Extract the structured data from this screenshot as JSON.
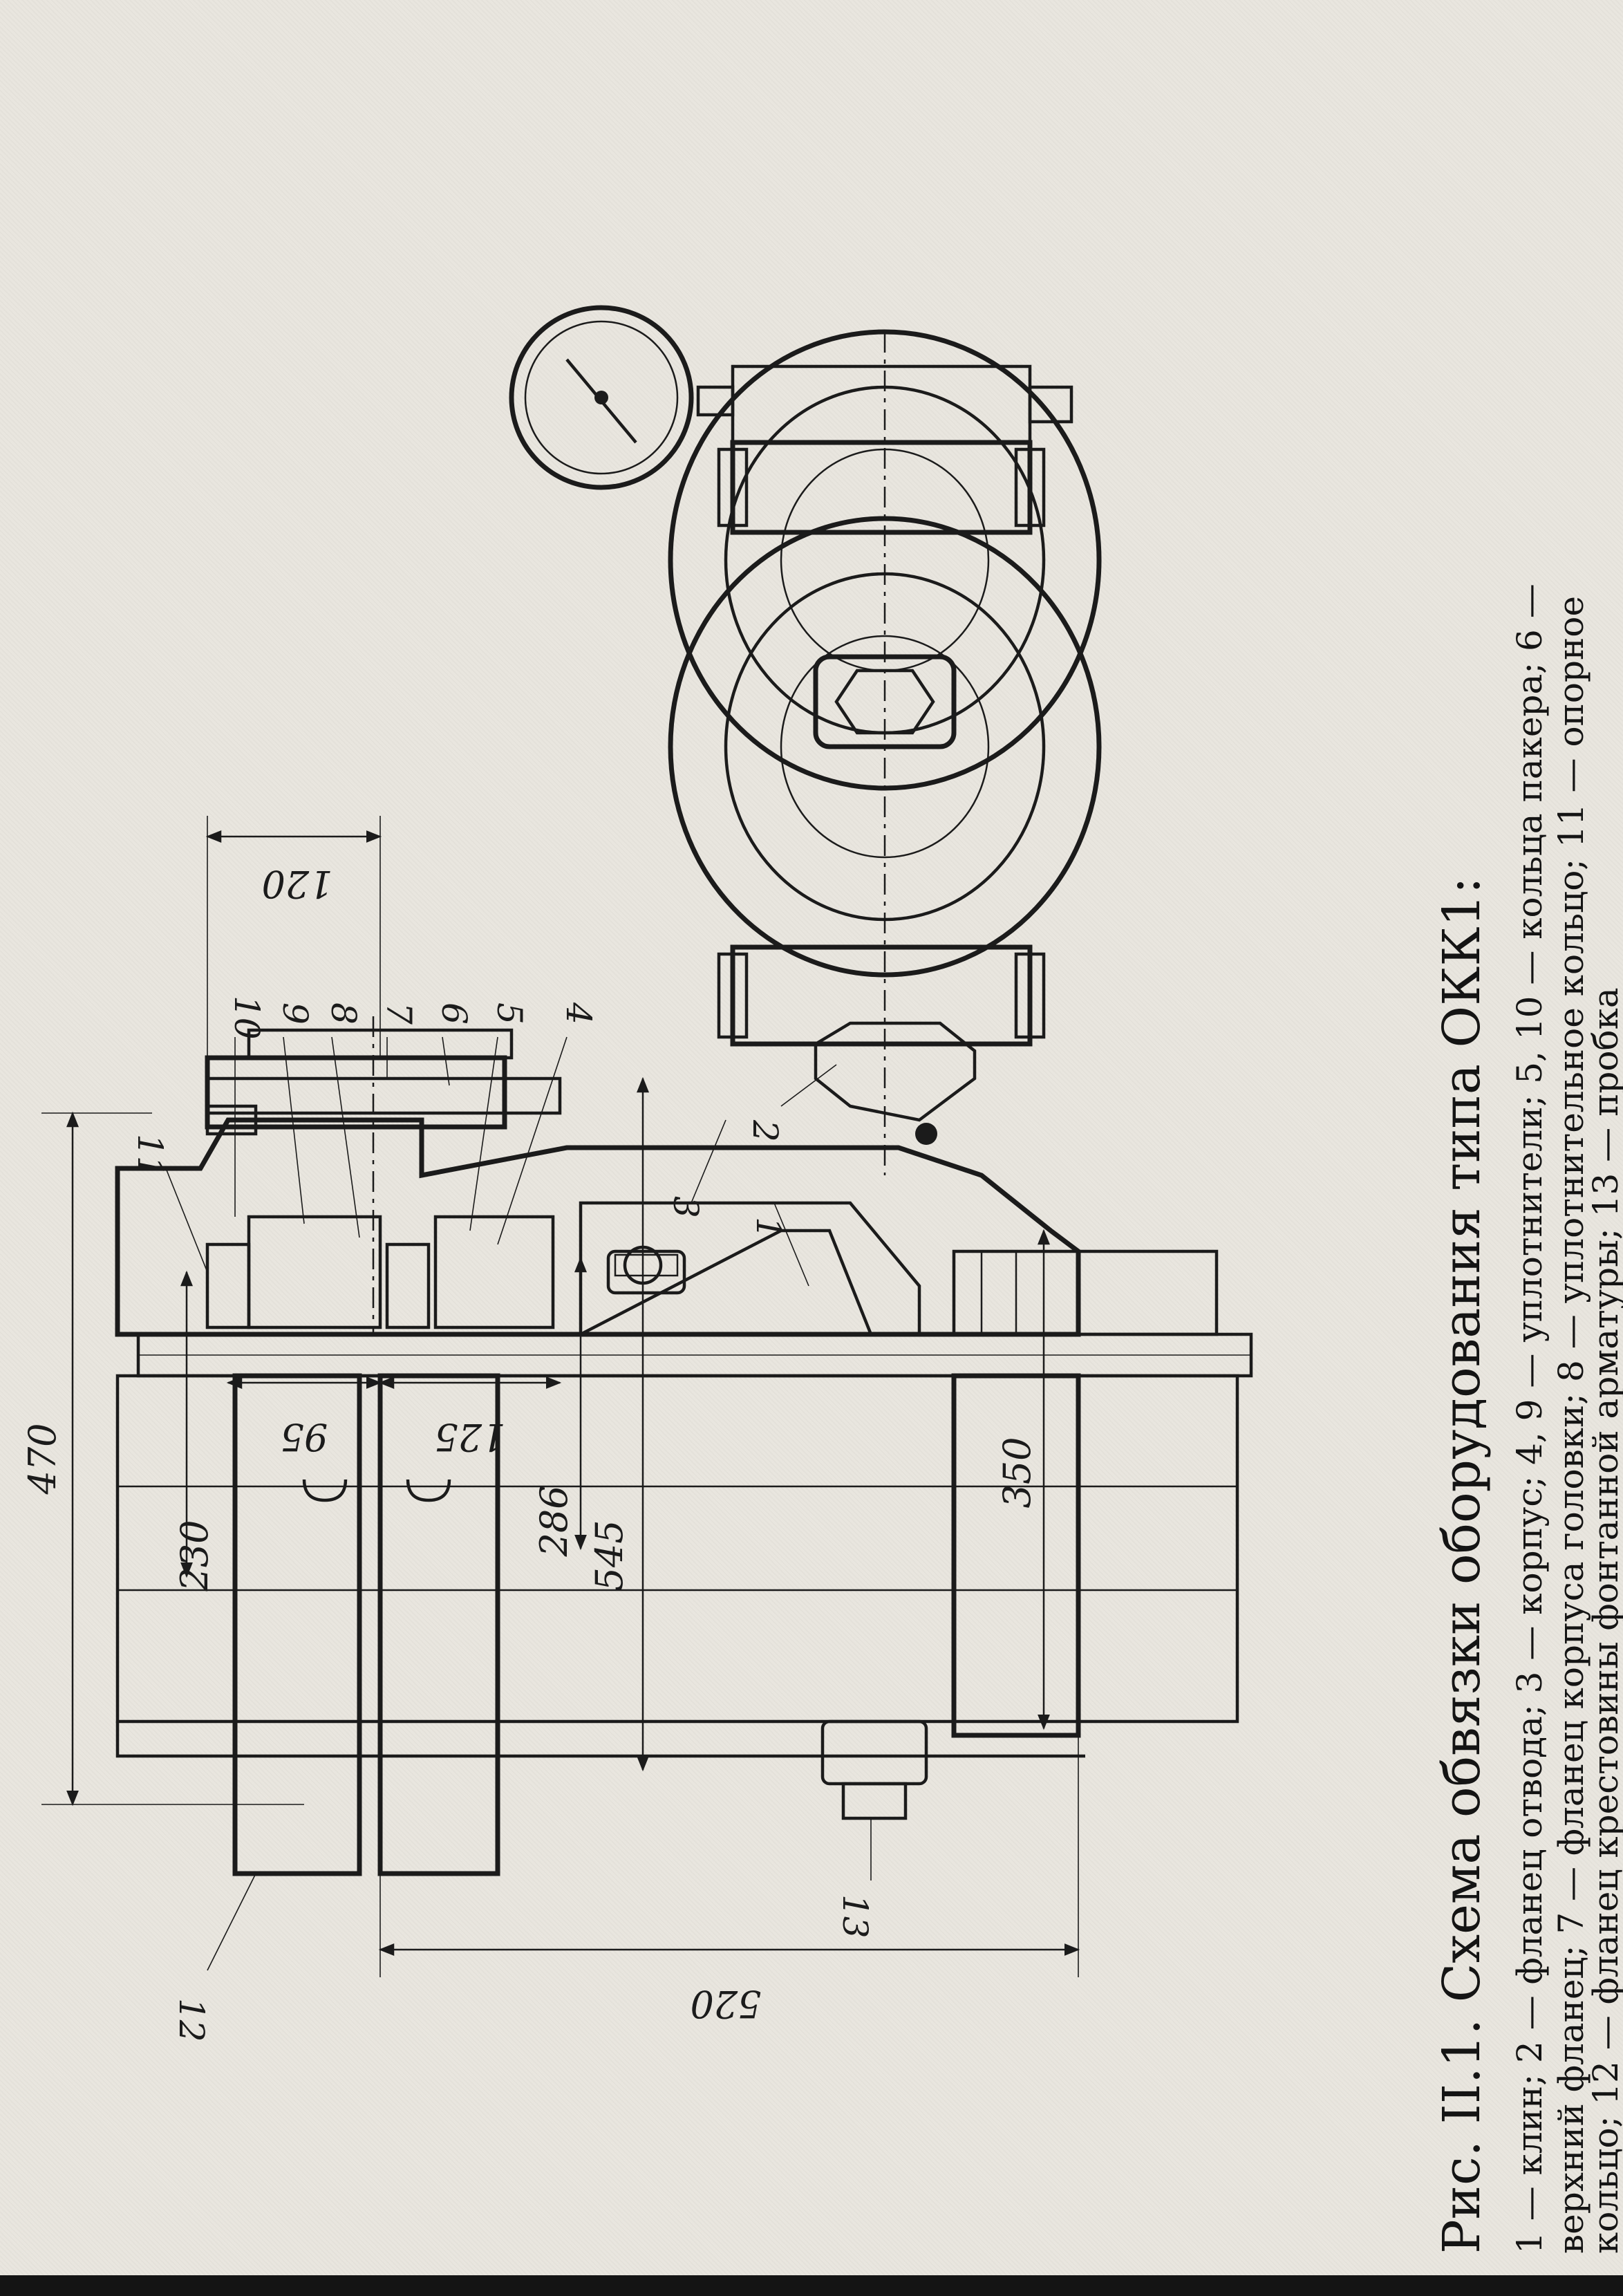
{
  "caption": {
    "title": "Рис. II.1. Схема обвязки оборудования типа ОКК1:",
    "lines": [
      "1 — клин; 2 — фланец отвода; 3 — корпус; 4, 9 — уплотнители; 5, 10 — кольца пакера; 6 —",
      "верхний фланец; 7 — фланец корпуса головки; 8 — уплотнительное кольцо; 11 — опорное",
      "кольцо; 12 — фланец крестовины фонтанной арматуры; 13 — пробка"
    ]
  },
  "dimensions": {
    "d470": "470",
    "d230": "230",
    "d95": "95",
    "d125": "125",
    "d286": "286",
    "d545": "545",
    "d350": "350",
    "d520": "520",
    "d120": "120"
  },
  "parts": {
    "p1": "1",
    "p2": "2",
    "p3": "3",
    "p4": "4",
    "p5": "5",
    "p6": "6",
    "p7": "7",
    "p8": "8",
    "p9": "9",
    "p10": "10",
    "p11": "11",
    "p12": "12",
    "p13": "13"
  }
}
